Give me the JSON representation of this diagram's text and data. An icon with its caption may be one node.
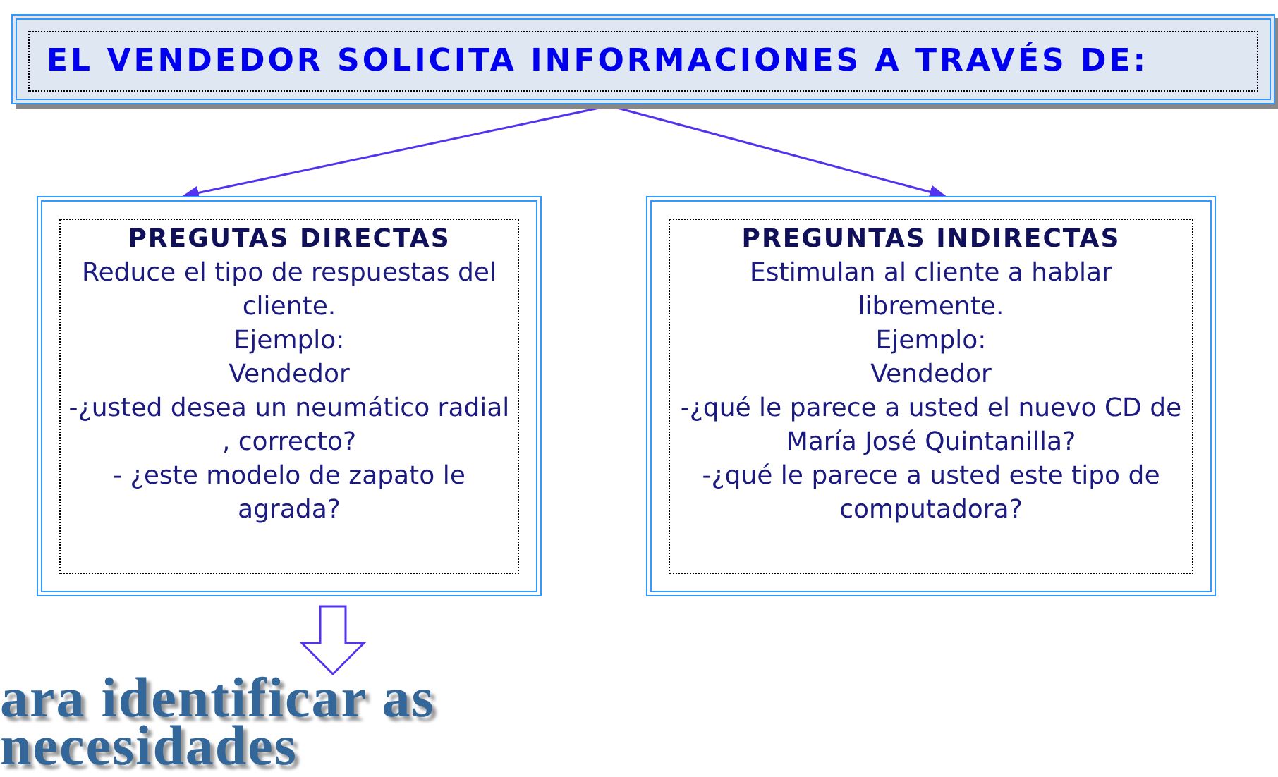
{
  "diagram": {
    "nodes": [
      {
        "text": [
          "EL VENDEDOR SOLICITA INFORMACIONES A TRAVÉS DE:"
        ]
      },
      {
        "text": [
          "PREGUTAS DIRECTAS",
          "Reduce el tipo de respuestas del cliente.",
          "Ejemplo:",
          "Vendedor",
          "-¿usted desea un neumático radial , correcto?",
          "- ¿este modelo de zapato le agrada?"
        ]
      },
      {
        "text": [
          "PREGUNTAS INDIRECTAS",
          "Estimulan al cliente a hablar libremente.",
          "Ejemplo:",
          "Vendedor",
          "-¿qué le parece a usted el nuevo CD de María José Quintanilla?",
          "-¿qué le parece a usted este tipo de computadora?"
        ]
      },
      {
        "text": [
          "ara identificar as necesidades"
        ]
      }
    ],
    "edges": [
      {
        "from": 0,
        "to": 1,
        "arrow": "to"
      },
      {
        "from": 0,
        "to": 2,
        "arrow": "to"
      },
      {
        "from": 1,
        "to": 3,
        "arrow": "to",
        "style": "thick"
      }
    ]
  }
}
